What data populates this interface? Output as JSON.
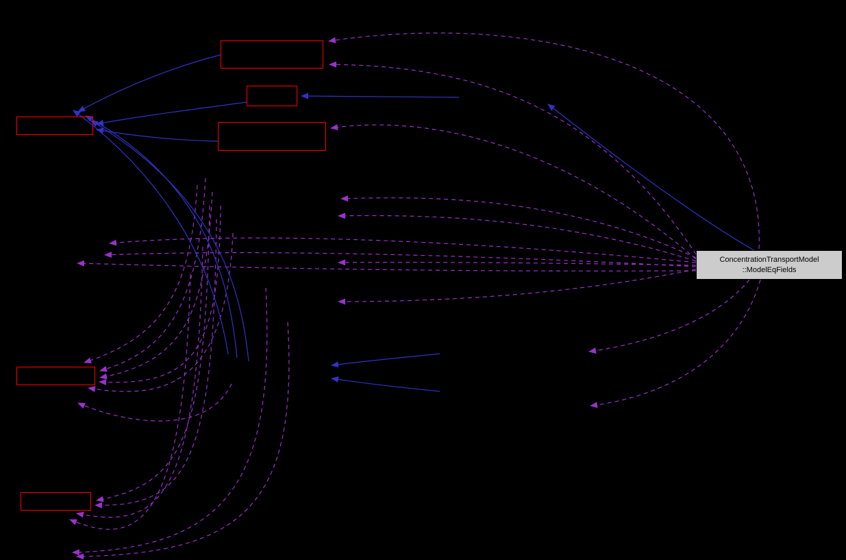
{
  "diagram": {
    "type": "collaboration-graph",
    "background": "#000000",
    "main_node": {
      "line1": "ConcentrationTransportModel",
      "line2": "::ModelEqFields",
      "fill": "#cccccc",
      "border_color": "#000000",
      "text_color": "#000000"
    },
    "nodes": [
      {
        "id": "red-node-top",
        "label": ""
      },
      {
        "id": "red-node-small",
        "label": ""
      },
      {
        "id": "red-node-mid",
        "label": ""
      },
      {
        "id": "red-node-left-top",
        "label": ""
      },
      {
        "id": "red-node-left-middle",
        "label": ""
      },
      {
        "id": "red-node-left-bottom",
        "label": ""
      }
    ],
    "colors": {
      "edge_dashed": "#9a32cd",
      "edge_solid": "#3232c8",
      "node_border": "#ff0000"
    }
  }
}
